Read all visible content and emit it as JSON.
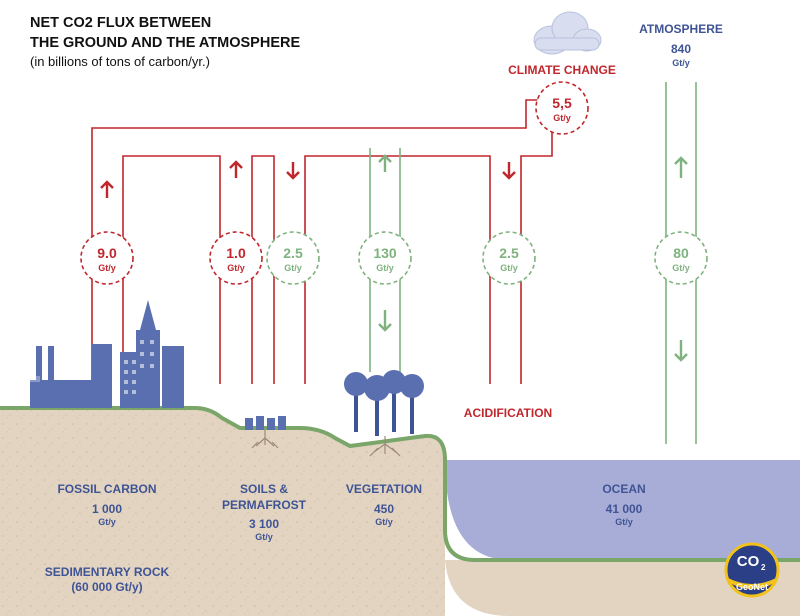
{
  "title": {
    "line1": "NET CO2 FLUX BETWEEN",
    "line2": "THE GROUND AND THE ATMOSPHERE",
    "subtitle": "(in billions of tons of carbon/yr.)"
  },
  "atmosphere": {
    "label": "ATMOSPHERE",
    "value": "840",
    "unit": "Gt/y"
  },
  "climate_change": {
    "label": "CLIMATE CHANGE",
    "value": "5,5",
    "unit": "Gt/y"
  },
  "acidification": {
    "label": "ACIDIFICATION"
  },
  "fluxes": [
    {
      "value": "9.0",
      "unit": "Gt/y",
      "direction": "up"
    },
    {
      "value": "1.0",
      "unit": "Gt/y",
      "direction": "up"
    },
    {
      "value": "2.5",
      "unit": "Gt/y",
      "direction": "down"
    },
    {
      "value": "130",
      "unit": "Gt/y",
      "direction": "up-down"
    },
    {
      "value": "2.5",
      "unit": "Gt/y",
      "direction": "down"
    },
    {
      "value": "80",
      "unit": "Gt/y",
      "direction": "up-down"
    }
  ],
  "reservoirs": {
    "fossil": {
      "label": "FOSSIL CARBON",
      "value": "1 000",
      "unit": "Gt/y"
    },
    "soils": {
      "label1": "SOILS &",
      "label2": "PERMAFROST",
      "value": "3 100",
      "unit": "Gt/y"
    },
    "vegetation": {
      "label": "VEGETATION",
      "value": "450",
      "unit": "Gt/y"
    },
    "ocean": {
      "label": "OCEAN",
      "value": "41 000",
      "unit": "Gt/y"
    },
    "sedimentary": {
      "label": "SEDIMENTARY ROCK",
      "value": "(60 000 Gt/y)"
    }
  },
  "logo": {
    "top": "CO",
    "sub": "2",
    "bottom": "GeoNet"
  },
  "colors": {
    "red": "#c0272d",
    "green": "#7fb27f",
    "blue": "#3f5495",
    "ocean": "#a8add8",
    "ground": "#e2d4c1",
    "ground_edge": "#7aa66a",
    "city": "#5a6fb0",
    "cloud": "#d8ddef"
  }
}
